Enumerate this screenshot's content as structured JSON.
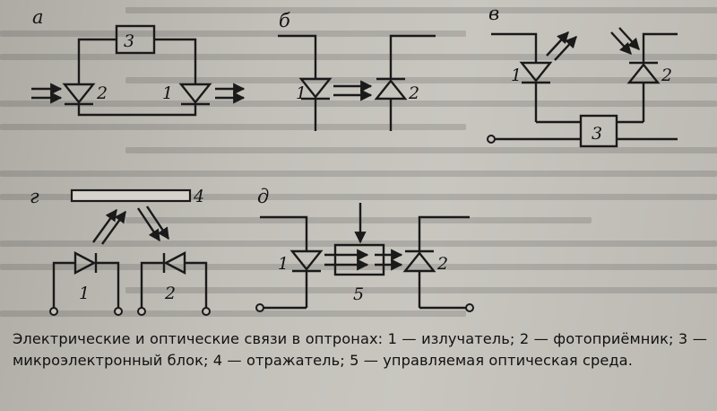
{
  "panel_labels": {
    "a": "а",
    "b": "б",
    "c": "в",
    "d": "г",
    "e": "д"
  },
  "component_labels": {
    "emitter": "1",
    "photodetector": "2",
    "electronic_block": "3",
    "reflector": "4",
    "optical_medium": "5"
  },
  "caption": "Электрические и оптические связи в оптронах: 1 — излучатель; 2 — фотоприёмник; 3 — микроэлектронный блок; 4 — отражатель; 5 — управляемая оптическая среда."
}
